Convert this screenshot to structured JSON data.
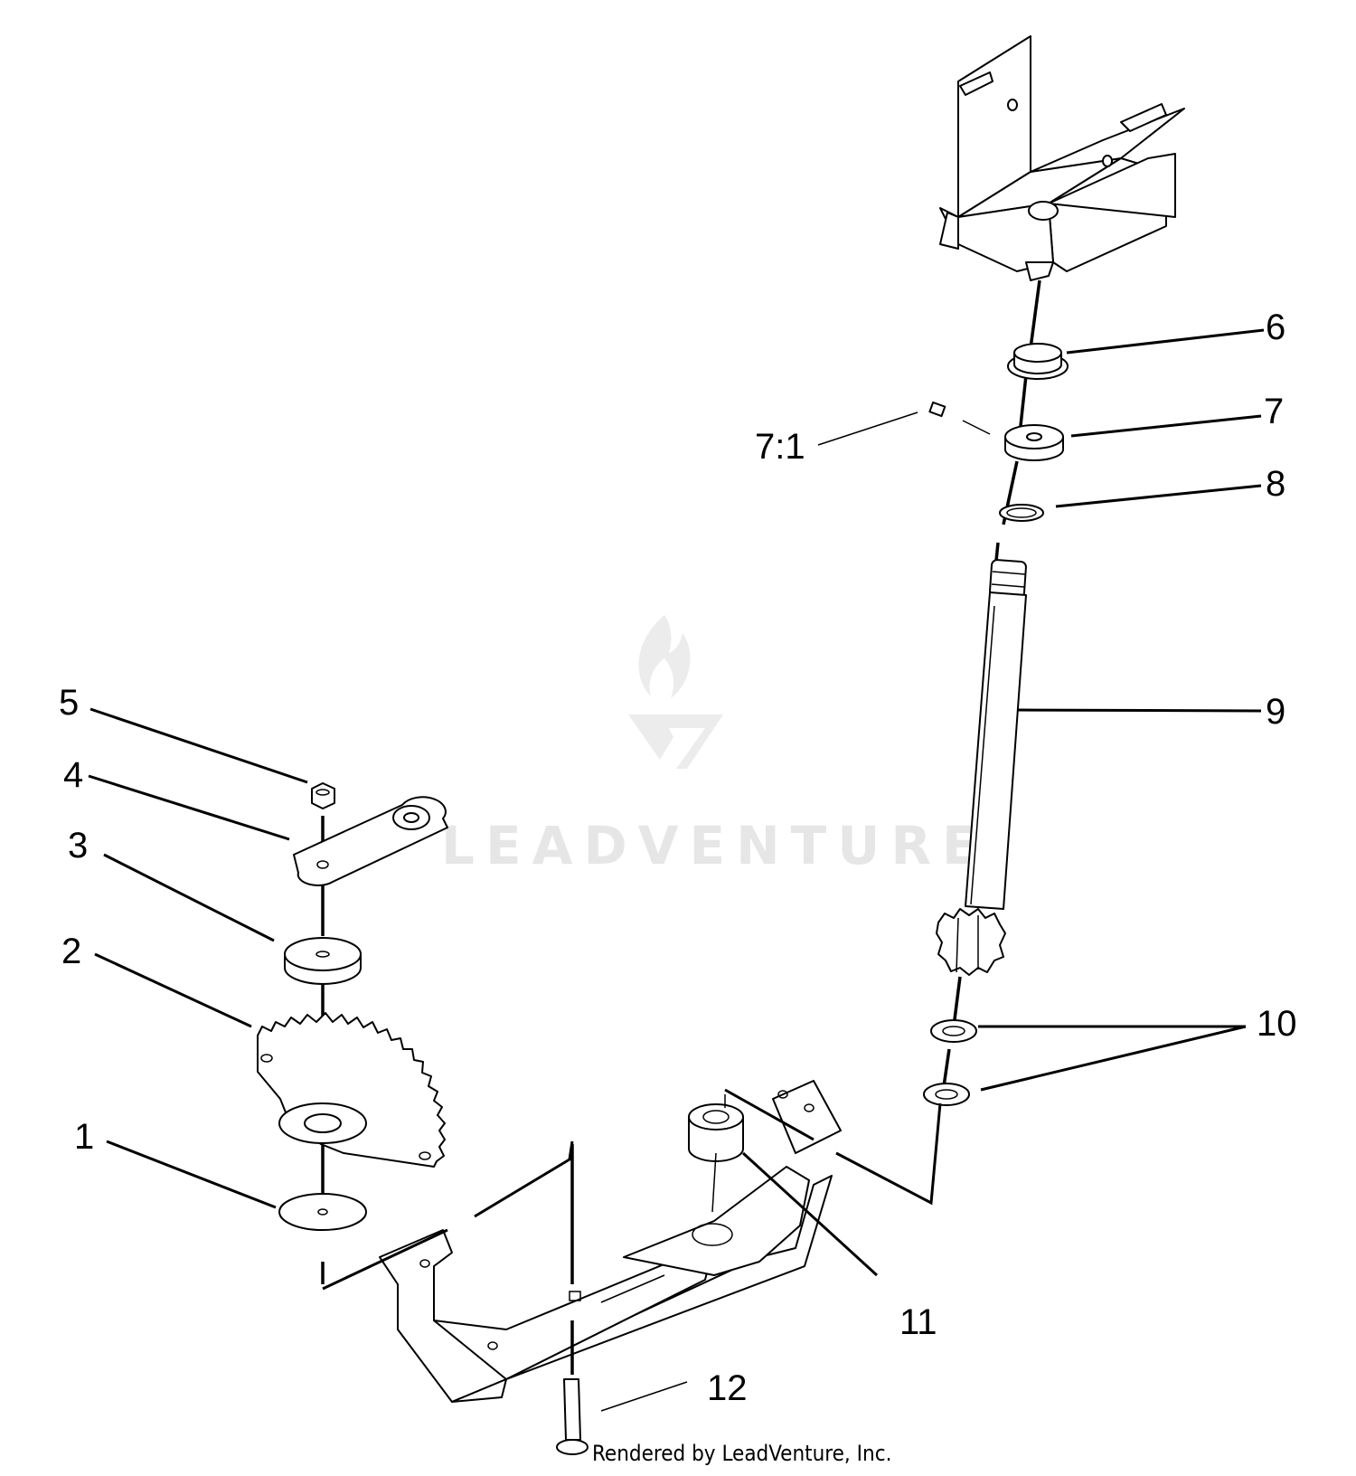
{
  "watermark": {
    "brand_text": "LEADVENTURE"
  },
  "credit": {
    "text": "Rendered by LeadVenture, Inc."
  },
  "callouts": {
    "c1": "1",
    "c2": "2",
    "c3": "3",
    "c4": "4",
    "c5": "5",
    "c6": "6",
    "c7": "7",
    "c7_1": "7:1",
    "c8": "8",
    "c9": "9",
    "c10": "10",
    "c11": "11",
    "c12": "12"
  },
  "colors": {
    "line": "#000000",
    "background": "#ffffff",
    "watermark": "#e6e6e6"
  }
}
